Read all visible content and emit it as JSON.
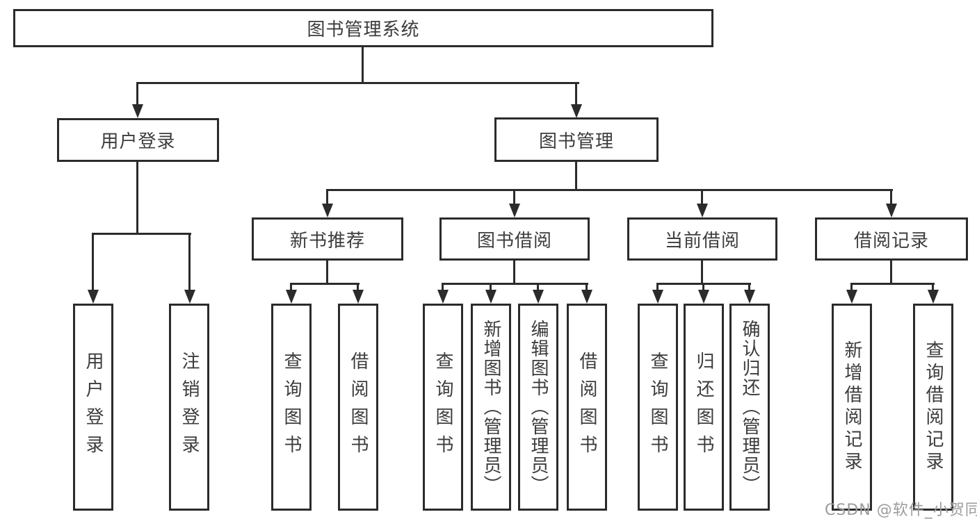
{
  "root": {
    "label": "图书管理系统"
  },
  "branches": [
    {
      "label": "用户登录",
      "children": [
        {
          "label": "用户登录"
        },
        {
          "label": "注销登录"
        }
      ]
    },
    {
      "label": "图书管理",
      "children": [
        {
          "label": "新书推荐",
          "children": [
            {
              "label": "查询图书"
            },
            {
              "label": "借阅图书"
            }
          ]
        },
        {
          "label": "图书借阅",
          "children": [
            {
              "label": "查询图书"
            },
            {
              "label": "新增图书（管理员）"
            },
            {
              "label": "编辑图书（管理员）"
            },
            {
              "label": "借阅图书"
            }
          ]
        },
        {
          "label": "当前借阅",
          "children": [
            {
              "label": "查询图书"
            },
            {
              "label": "归还图书"
            },
            {
              "label": "确认归还（管理员）"
            }
          ]
        },
        {
          "label": "借阅记录",
          "children": [
            {
              "label": "新增借阅记录"
            },
            {
              "label": "查询借阅记录"
            }
          ]
        }
      ]
    }
  ],
  "watermark": "CSDN @软件_小贺同学",
  "colors": {
    "line": "#2b2b2b",
    "text": "#3c3c3c",
    "watermark": "#9c9c9c",
    "background": "#ffffff"
  }
}
